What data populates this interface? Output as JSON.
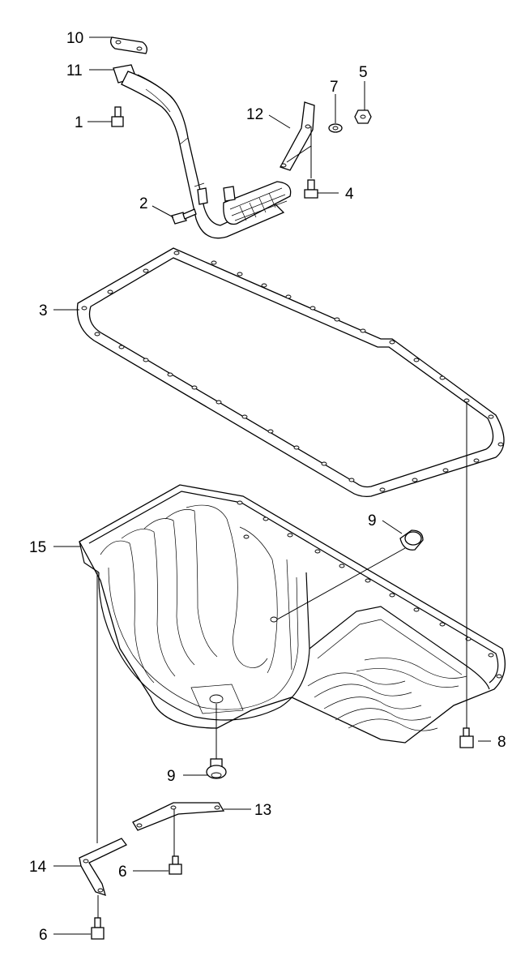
{
  "diagram": {
    "callouts": [
      {
        "id": "c10",
        "label": "10",
        "part": "gasket-tube-flange"
      },
      {
        "id": "c11",
        "label": "11",
        "part": "suction-pipe-flange"
      },
      {
        "id": "c1",
        "label": "1",
        "part": "flange-bolt"
      },
      {
        "id": "c2",
        "label": "2",
        "part": "pipe-bracket-bolt"
      },
      {
        "id": "c12",
        "label": "12",
        "part": "support-bracket"
      },
      {
        "id": "c7",
        "label": "7",
        "part": "washer"
      },
      {
        "id": "c5",
        "label": "5",
        "part": "nut"
      },
      {
        "id": "c4",
        "label": "4",
        "part": "bracket-bolt"
      },
      {
        "id": "c3",
        "label": "3",
        "part": "oil-pan-gasket"
      },
      {
        "id": "c9a",
        "label": "9",
        "part": "drain-plug-side"
      },
      {
        "id": "c15",
        "label": "15",
        "part": "oil-pan"
      },
      {
        "id": "c8",
        "label": "8",
        "part": "oil-pan-bolt"
      },
      {
        "id": "c9b",
        "label": "9",
        "part": "drain-plug-bottom"
      },
      {
        "id": "c13",
        "label": "13",
        "part": "bracket-right"
      },
      {
        "id": "c14",
        "label": "14",
        "part": "bracket-left"
      },
      {
        "id": "c6a",
        "label": "6",
        "part": "bracket-bolt-right"
      },
      {
        "id": "c6b",
        "label": "6",
        "part": "bracket-bolt-left"
      }
    ]
  }
}
